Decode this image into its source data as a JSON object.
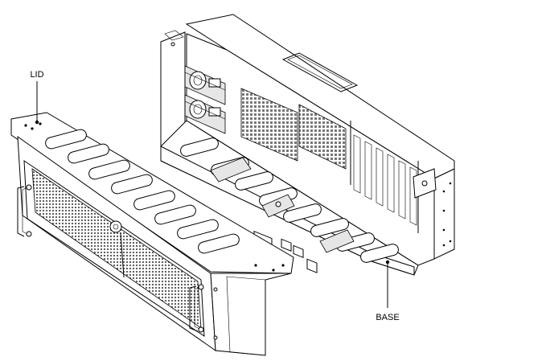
{
  "labels": {
    "lid": "LID",
    "base": "BASE"
  },
  "colors": {
    "line": "#000000",
    "background": "#ffffff",
    "mesh": "#808080",
    "shade": "#e6e6e6"
  },
  "icons": {
    "mesh": "perforated-mesh-grille",
    "handle": "bracket-handle",
    "slot": "ventilation-slot"
  }
}
